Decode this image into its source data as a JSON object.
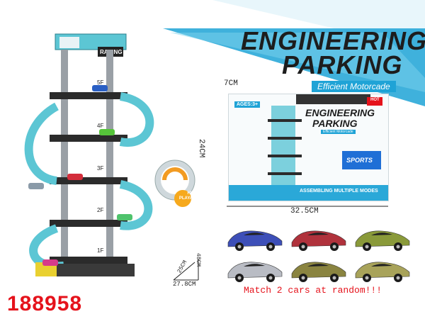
{
  "header": {
    "title_line1": "ENGINEERING",
    "title_line2": "PARKING",
    "subtitle": "Efficient Motorcade"
  },
  "box": {
    "width_label": "32.5CM",
    "height_label": "24CM",
    "depth_label": "7CM",
    "age_label": "AGES:3+",
    "title_line1": "ENGINEERING",
    "title_line2": "PARKING",
    "subtitle": "Efficient Motorcade",
    "footer": "ASSEMBLING MULTIPLE MODES",
    "hot": "HOT",
    "sports": "SPORTS"
  },
  "product": {
    "brand_sign": "RACING",
    "floors": [
      "5F",
      "4F",
      "3F",
      "2F",
      "1F"
    ],
    "dimensions": {
      "height": "48CM",
      "depth": "25CM",
      "width": "27.8CM"
    },
    "badge": "HIGH PLAYABILITY"
  },
  "item_code": "188958",
  "note": "Match 2 cars at random!!!",
  "cars": [
    {
      "color": "#3d4fb8"
    },
    {
      "color": "#b0323c"
    },
    {
      "color": "#8a9a3a"
    },
    {
      "color": "#b9bcc4"
    },
    {
      "color": "#8a8440"
    },
    {
      "color": "#a8a35a"
    }
  ],
  "colors": {
    "accent": "#1fa3d6",
    "tower": "#5cc6d4",
    "code_red": "#e5121b"
  }
}
